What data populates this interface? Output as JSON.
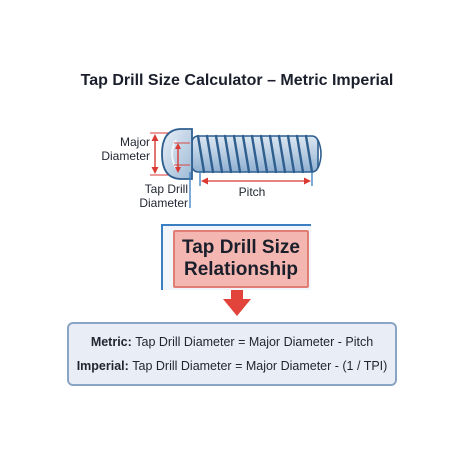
{
  "title": "Tap Drill Size Calculator – Metric Imperial",
  "diagram": {
    "major_diameter_label": [
      "Major",
      "Diameter"
    ],
    "tap_drill_diameter_label": [
      "Tap Drill",
      "Diameter"
    ],
    "pitch_label": "Pitch",
    "colors": {
      "screw_fill": "#b7cde3",
      "screw_outline": "#2f5f8f",
      "dimension_red": "#d93a34",
      "dimension_blue": "#3a7fc1"
    }
  },
  "callout": {
    "lines": [
      "Tap Drill Size",
      "Relationship"
    ],
    "fill": "#f4b6b0",
    "arrow_color": "#e2433a"
  },
  "formulas": {
    "metric_label": "Metric:",
    "metric_formula": "Tap Drill Diameter = Major Diameter - Pitch",
    "imperial_label": "Imperial:",
    "imperial_formula": "Tap Drill Diameter = Major Diameter - (1 / TPI)"
  }
}
